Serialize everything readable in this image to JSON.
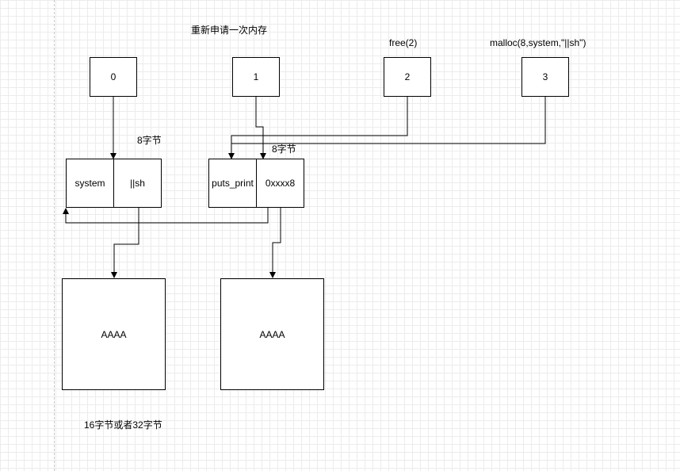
{
  "annotations": {
    "realloc_note": "重新申请一次内存",
    "free_note": "free(2)",
    "malloc_note": "malloc(8,system,\"||sh\")",
    "size_left": "8字节",
    "size_right": "8字节",
    "size_bottom": "16字节或者32字节"
  },
  "index_boxes": [
    "0",
    "1",
    "2",
    "3"
  ],
  "left_chunk": {
    "field1": "system",
    "field2": "||sh"
  },
  "right_chunk": {
    "field1": "puts_print",
    "field2": "0xxxx8"
  },
  "data_blocks": [
    "AAAA",
    "AAAA"
  ]
}
